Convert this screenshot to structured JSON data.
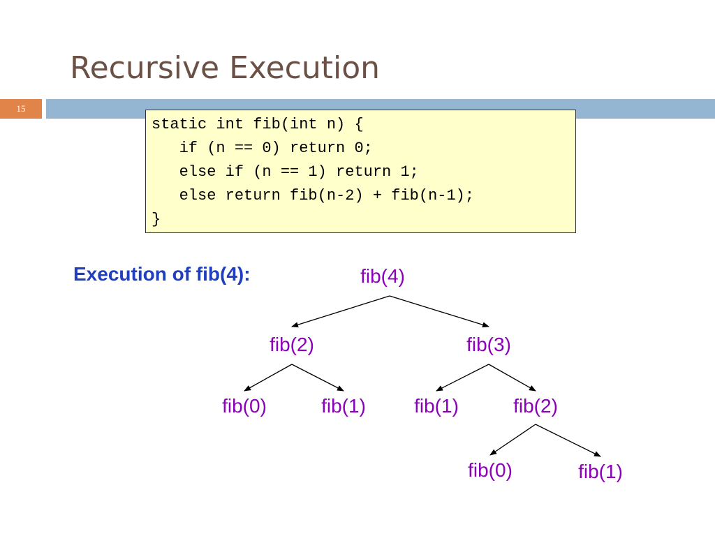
{
  "slide": {
    "title": "Recursive Execution",
    "number": "15"
  },
  "code": {
    "lines": [
      "static int fib(int n) {",
      "   if (n == 0) return 0;",
      "   else if (n == 1) return 1;",
      "   else return fib(n-2) + fib(n-1);",
      "}"
    ]
  },
  "execution": {
    "label": "Execution of fib(4):"
  },
  "tree": {
    "nodes": [
      {
        "id": "root",
        "label": "fib(4)"
      },
      {
        "id": "l",
        "label": "fib(2)"
      },
      {
        "id": "r",
        "label": "fib(3)"
      },
      {
        "id": "ll",
        "label": "fib(0)"
      },
      {
        "id": "lr",
        "label": "fib(1)"
      },
      {
        "id": "rl",
        "label": "fib(1)"
      },
      {
        "id": "rr",
        "label": "fib(2)"
      },
      {
        "id": "rrl",
        "label": "fib(0)"
      },
      {
        "id": "rrr",
        "label": "fib(1)"
      }
    ],
    "edges": [
      [
        "root",
        "l"
      ],
      [
        "root",
        "r"
      ],
      [
        "l",
        "ll"
      ],
      [
        "l",
        "lr"
      ],
      [
        "r",
        "rl"
      ],
      [
        "r",
        "rr"
      ],
      [
        "rr",
        "rrl"
      ],
      [
        "rr",
        "rrr"
      ]
    ]
  },
  "colors": {
    "title": "#6b5145",
    "slide_number_bg": "#e0844a",
    "header_bar": "#94b6d2",
    "code_bg": "#ffffcc",
    "exec_label": "#1f3fbf",
    "node_text": "#8b00b8"
  }
}
